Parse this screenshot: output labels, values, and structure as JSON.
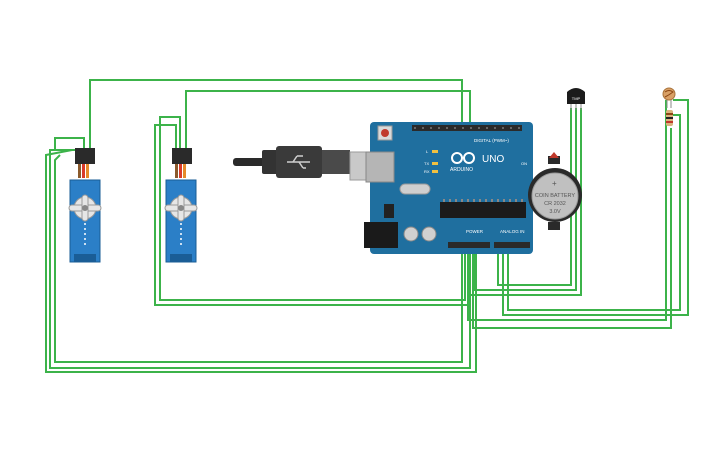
{
  "canvas": {
    "background": "#ffffff"
  },
  "colors": {
    "wire": "#3cb34a",
    "board": "#1f6f9f",
    "board_dark": "#175a82",
    "servo": "#2b7fc7",
    "header": "#2a2a2a",
    "usb_metal": "#c9c9c9",
    "battery": "#c0c0c0",
    "chip": "#1b1b1b"
  },
  "board": {
    "logo_text": "ARDUINO",
    "model_text": "UNO",
    "digital_label": "DIGITAL (PWM~)",
    "power_label": "POWER",
    "analog_label": "ANALOG IN",
    "on_label": "ON",
    "tx_label": "TX",
    "rx_label": "RX",
    "l_label": "L"
  },
  "battery": {
    "line1": "COIN BATTERY",
    "line2": "CR 2032",
    "line3": "3.0V",
    "plus": "+"
  },
  "sensor": {
    "label": "TMP"
  },
  "components": {
    "servo_left": "servo-motor",
    "servo_right": "servo-motor",
    "usb_cable": "usb-cable",
    "photoresistor": "photoresistor",
    "resistor": "resistor"
  }
}
